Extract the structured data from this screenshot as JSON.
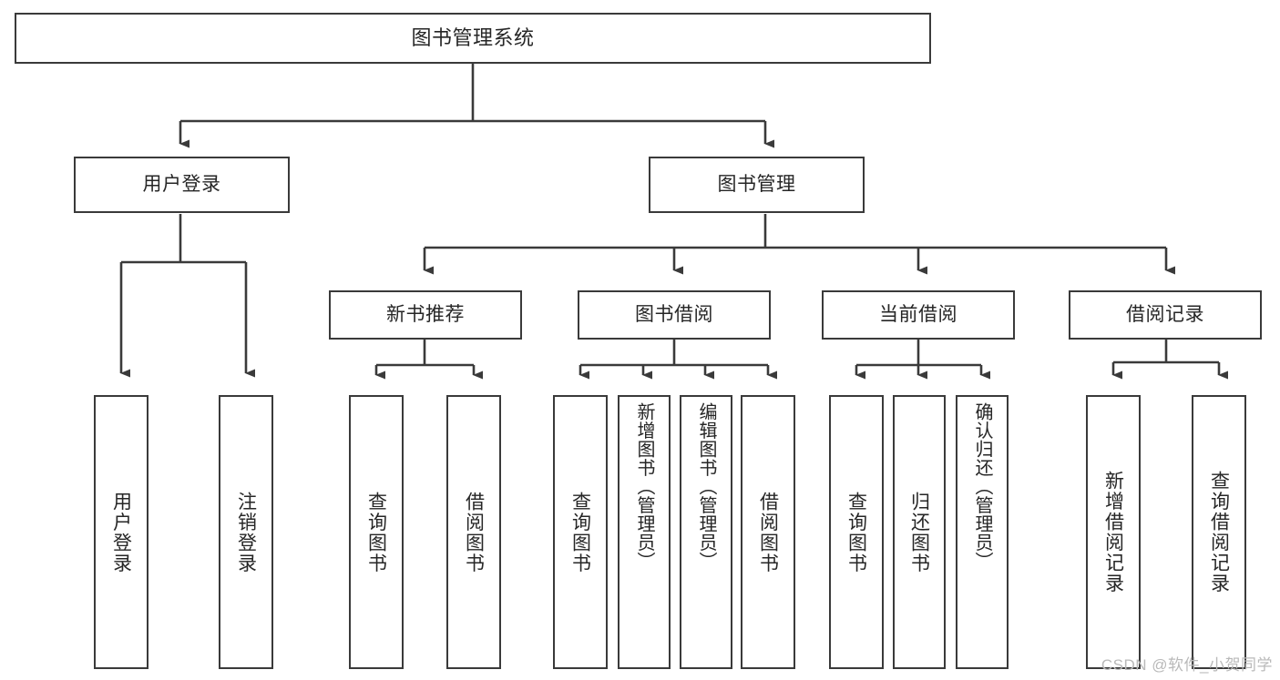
{
  "diagram": {
    "title": "图书管理系统",
    "type": "tree-hierarchy-diagram",
    "watermark": "CSDN @软件_小贺同学",
    "colors": {
      "background": "#ffffff",
      "box_border": "#3a3a3a",
      "box_fill": "#ffffff",
      "text": "#262626",
      "edge": "#3a3a3a",
      "watermark": "#b9b9b9"
    },
    "root": {
      "id": "root",
      "label": "图书管理系统"
    },
    "level1": [
      {
        "id": "user-login",
        "label": "用户登录"
      },
      {
        "id": "book-manage",
        "label": "图书管理"
      }
    ],
    "level2": [
      {
        "id": "new-book-rec",
        "label": "新书推荐",
        "parent": "book-manage"
      },
      {
        "id": "book-borrow",
        "label": "图书借阅",
        "parent": "book-manage"
      },
      {
        "id": "current-borrow",
        "label": "当前借阅",
        "parent": "book-manage"
      },
      {
        "id": "borrow-record",
        "label": "借阅记录",
        "parent": "book-manage"
      }
    ],
    "leaves": [
      {
        "id": "leaf-user-login",
        "label": "用户登录",
        "parent": "user-login"
      },
      {
        "id": "leaf-logout",
        "label": "注销登录",
        "parent": "user-login"
      },
      {
        "id": "leaf-query-book-1",
        "label": "查询图书",
        "parent": "new-book-rec"
      },
      {
        "id": "leaf-borrow-book-1",
        "label": "借阅图书",
        "parent": "new-book-rec"
      },
      {
        "id": "leaf-query-book-2",
        "label": "查询图书",
        "parent": "book-borrow"
      },
      {
        "id": "leaf-add-book",
        "label": "新增图书（管理员）",
        "parent": "book-borrow"
      },
      {
        "id": "leaf-edit-book",
        "label": "编辑图书（管理员）",
        "parent": "book-borrow"
      },
      {
        "id": "leaf-borrow-book-2",
        "label": "借阅图书",
        "parent": "book-borrow"
      },
      {
        "id": "leaf-query-book-3",
        "label": "查询图书",
        "parent": "current-borrow"
      },
      {
        "id": "leaf-return-book",
        "label": "归还图书",
        "parent": "current-borrow"
      },
      {
        "id": "leaf-confirm-return",
        "label": "确认归还（管理员）",
        "parent": "current-borrow"
      },
      {
        "id": "leaf-add-record",
        "label": "新增借阅记录",
        "parent": "borrow-record"
      },
      {
        "id": "leaf-query-record",
        "label": "查询借阅记录",
        "parent": "borrow-record"
      }
    ]
  }
}
